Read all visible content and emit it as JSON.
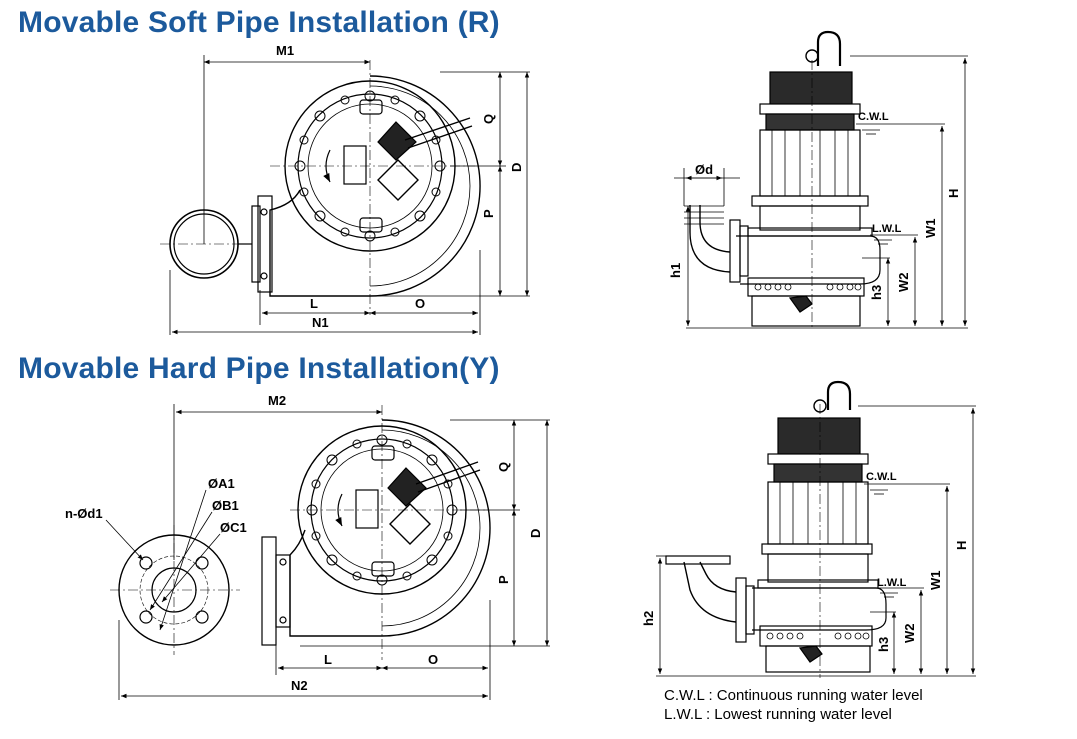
{
  "titles": {
    "soft": "Movable Soft Pipe Installation (R)",
    "hard": "Movable Hard Pipe Installation(Y)"
  },
  "labels": {
    "M1": "M1",
    "Q": "Q",
    "D": "D",
    "P": "P",
    "L": "L",
    "O": "O",
    "N1": "N1",
    "M2": "M2",
    "N2": "N2",
    "A1": "ØA1",
    "B1": "ØB1",
    "C1": "ØC1",
    "nd1": "n-Ød1",
    "d": "Ød",
    "H": "H",
    "W1": "W1",
    "W2": "W2",
    "h1": "h1",
    "h2": "h2",
    "h3": "h3",
    "cwl": "C.W.L",
    "lwl": "L.W.L"
  },
  "legend": {
    "cwl": "C.W.L : Continuous running water level",
    "lwl": "L.W.L :  Lowest running water level"
  },
  "colors": {
    "title": "#1c5a9c",
    "line": "#000000"
  }
}
